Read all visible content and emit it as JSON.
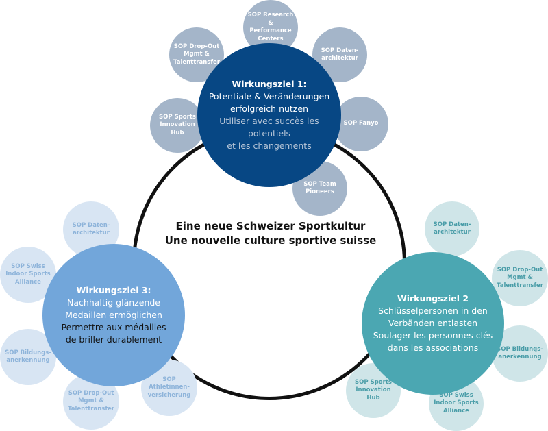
{
  "center": {
    "line_de": "Eine neue Schweizer Sportkultur",
    "line_fr": "Une nouvelle culture sportive suisse"
  },
  "hubs": [
    {
      "title": "Wirkungsziel 1:",
      "de": [
        "Potentiale & Veränderungen",
        "erfolgreich nutzen"
      ],
      "fr": [
        "Utiliser avec succès les potentiels",
        "et les changements"
      ],
      "color": "#074784"
    },
    {
      "title": "Wirkungsziel 2",
      "de": [
        "Schlüsselpersonen in den",
        "Verbänden entlasten"
      ],
      "fr": [
        "Soulager les personnes clés",
        "dans les associations"
      ],
      "color": "#4ba7b2"
    },
    {
      "title": "Wirkungsziel 3:",
      "de": [
        "Nachhaltig glänzende",
        "Medaillen ermöglichen"
      ],
      "fr": [
        "Permettre aux médailles",
        "de briller durablement"
      ],
      "color": "#72a6da"
    }
  ],
  "satellites_1": [
    [
      "SOP Research &",
      "Performance",
      "Centers"
    ],
    [
      "SOP Daten-",
      "architektur"
    ],
    [
      "SOP Fanyo"
    ],
    [
      "SOP Team",
      "Pioneers"
    ],
    [
      "SOP Sports",
      "Innovation",
      "Hub"
    ],
    [
      "SOP Drop-Out",
      "Mgmt &",
      "Talenttransfer"
    ]
  ],
  "satellites_2": [
    [
      "SOP Daten-",
      "architektur"
    ],
    [
      "SOP Drop-Out",
      "Mgmt &",
      "Talenttransfer"
    ],
    [
      "SOP Bildungs-",
      "anerkennung"
    ],
    [
      "SOP Swiss",
      "Indoor Sports",
      "Alliance"
    ],
    [
      "SOP Sports",
      "Innovation",
      "Hub"
    ]
  ],
  "satellites_3": [
    [
      "SOP Daten-",
      "architektur"
    ],
    [
      "SOP Swiss",
      "Indoor Sports",
      "Alliance"
    ],
    [
      "SOP Bildungs-",
      "anerkennung"
    ],
    [
      "SOP Drop-Out",
      "Mgmt &",
      "Talenttransfer"
    ],
    [
      "SOP Athletinnen-",
      "versicherung"
    ]
  ]
}
